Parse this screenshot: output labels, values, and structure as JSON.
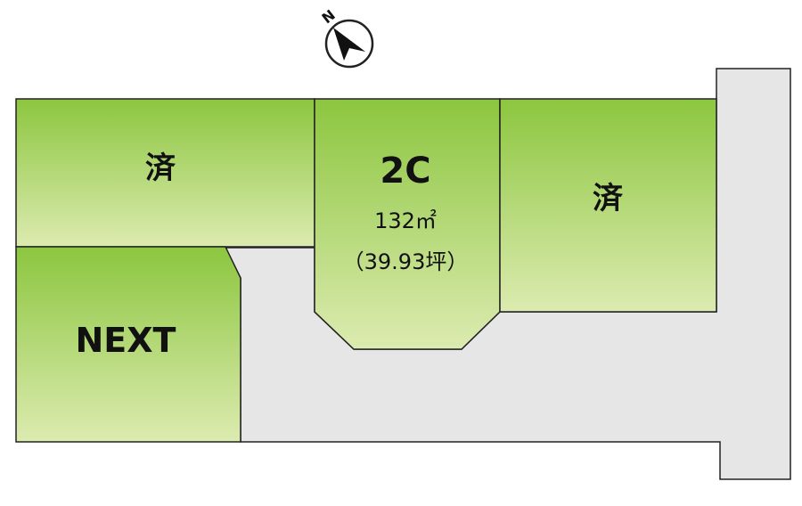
{
  "compass": {
    "north_letter": "N",
    "icon": "north-arrow-icon"
  },
  "lots": {
    "top_left": {
      "label": "済"
    },
    "lot_2c": {
      "label": "2C",
      "area": "132㎡",
      "tsubo": "（39.93坪）"
    },
    "top_right": {
      "label": "済"
    },
    "bottom_left": {
      "label": "NEXT"
    }
  },
  "colors": {
    "lot_green_top": "#8cc63f",
    "lot_green_bottom": "#dcebb0",
    "road_gray": "#e6e6e6",
    "outline": "#222222"
  }
}
